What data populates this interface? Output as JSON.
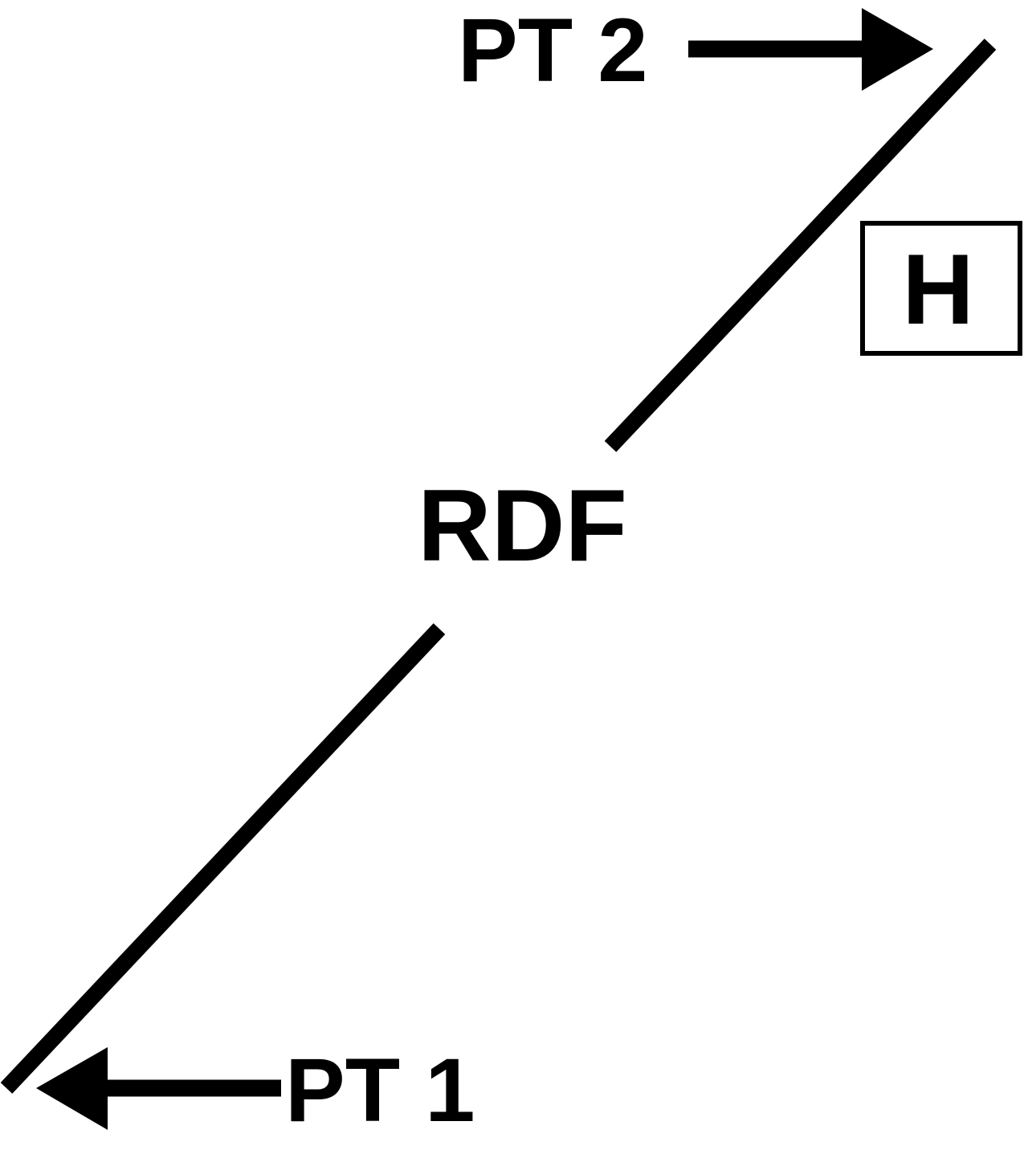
{
  "diagram": {
    "center_label": "RDF",
    "point_top_label": "PT 2",
    "point_bottom_label": "PT 1",
    "boxed_label": "H",
    "stroke_color": "#000000",
    "background_color": "#ffffff"
  }
}
